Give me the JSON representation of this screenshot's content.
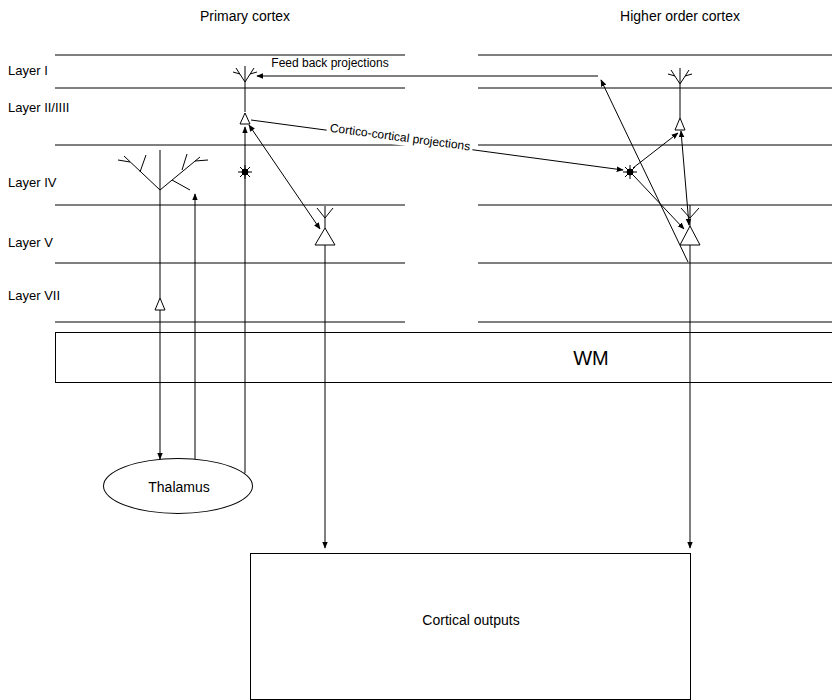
{
  "diagram": {
    "nodes": [
      {
        "text": [
          "WM"
        ]
      },
      {
        "text": [
          "Thalamus"
        ]
      },
      {
        "text": [
          "Cortical outputs"
        ]
      }
    ],
    "labels": [
      "Primary cortex",
      "Higher order cortex",
      "Layer I",
      "Layer II/IIII",
      "Layer IV",
      "Layer V",
      "Layer VII",
      "Feed back projections",
      "Cortico-cortical projections"
    ]
  }
}
